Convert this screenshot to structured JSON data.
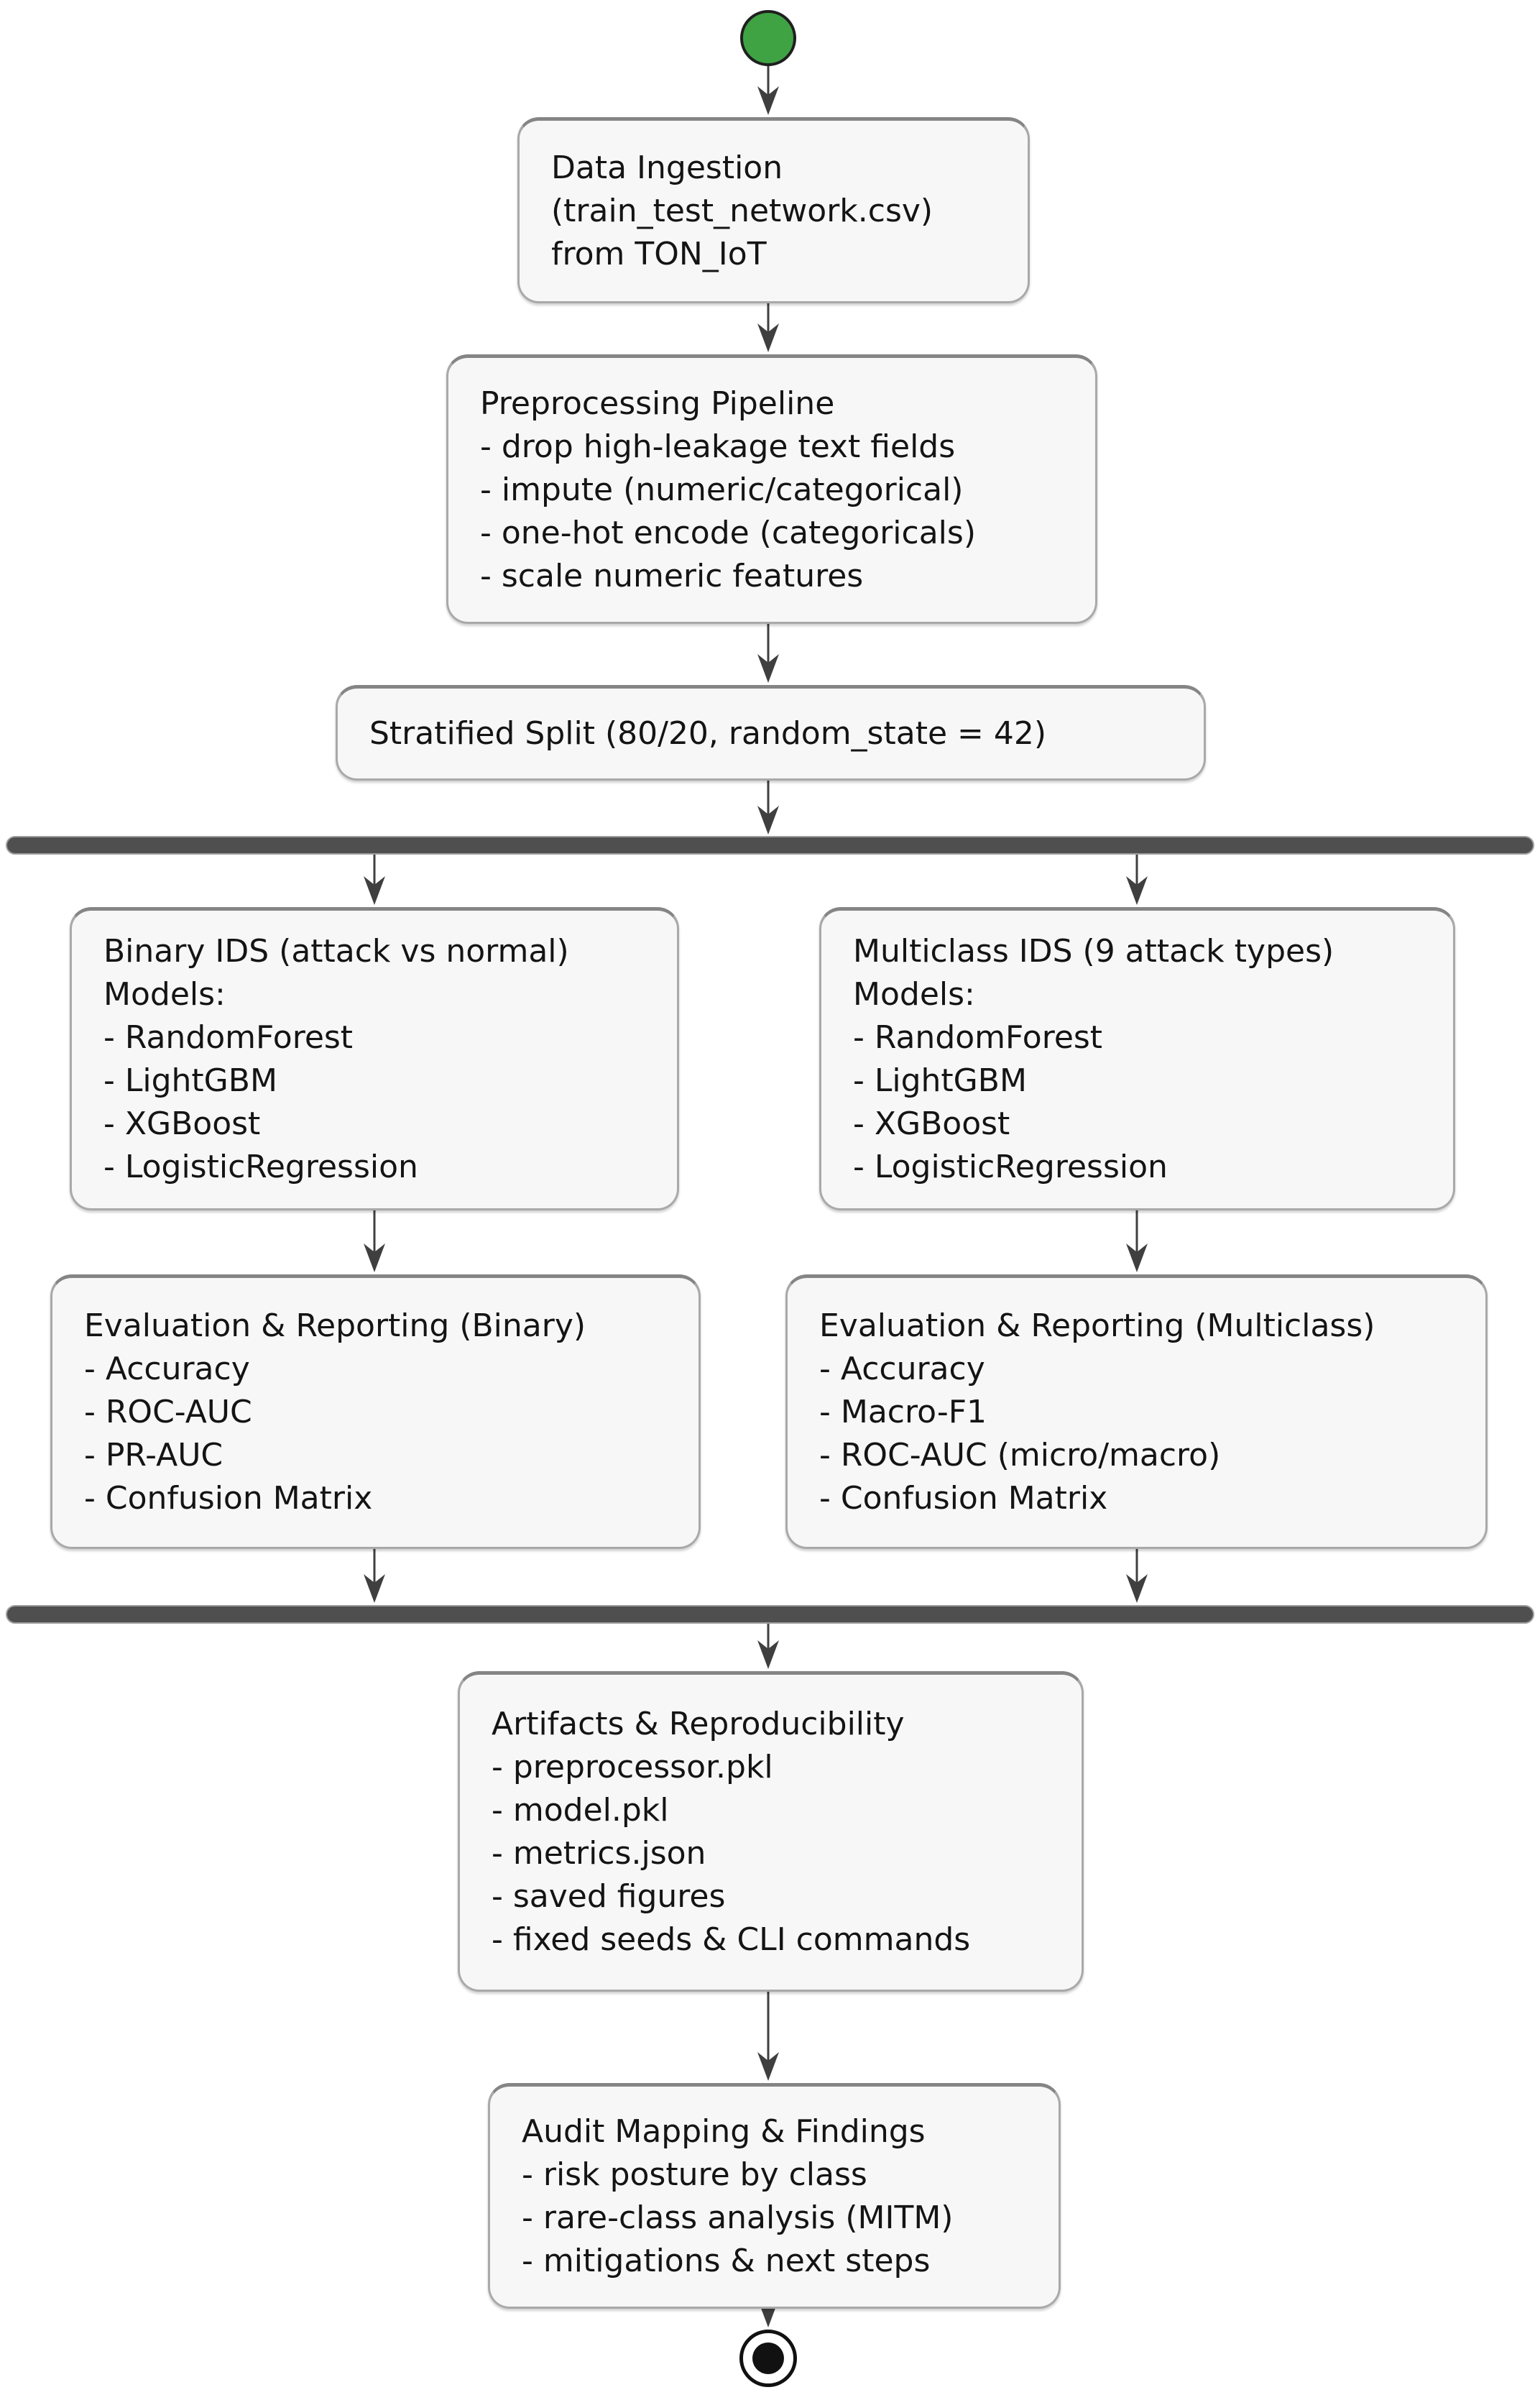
{
  "diagram": {
    "type": "activity-flowchart",
    "colors": {
      "background": "#ffffff",
      "start_node_fill": "#3fa344",
      "node_fill": "#f7f7f7",
      "node_border": "#a9a9a9",
      "sync_bar": "#4f4f4f",
      "arrow": "#3f3f3f",
      "text": "#141414",
      "end_node": "#111111"
    },
    "nodes": {
      "data_ingestion": {
        "lines": [
          "Data Ingestion",
          "(train_test_network.csv)",
          "from TON_IoT"
        ]
      },
      "preprocessing": {
        "lines": [
          "Preprocessing Pipeline",
          "- drop high-leakage text fields",
          "- impute (numeric/categorical)",
          "- one-hot encode (categoricals)",
          "- scale numeric features"
        ]
      },
      "stratified_split": {
        "lines": [
          "Stratified Split (80/20, random_state = 42)"
        ]
      },
      "binary_ids": {
        "lines": [
          "Binary IDS (attack vs normal)",
          "Models:",
          "- RandomForest",
          "- LightGBM",
          "- XGBoost",
          "- LogisticRegression"
        ]
      },
      "multiclass_ids": {
        "lines": [
          "Multiclass IDS (9 attack types)",
          "Models:",
          "- RandomForest",
          "- LightGBM",
          "- XGBoost",
          "- LogisticRegression"
        ]
      },
      "eval_binary": {
        "lines": [
          "Evaluation & Reporting (Binary)",
          "- Accuracy",
          "- ROC-AUC",
          "- PR-AUC",
          "- Confusion Matrix"
        ]
      },
      "eval_multiclass": {
        "lines": [
          "Evaluation & Reporting (Multiclass)",
          "- Accuracy",
          "- Macro-F1",
          "- ROC-AUC (micro/macro)",
          "- Confusion Matrix"
        ]
      },
      "artifacts": {
        "lines": [
          "Artifacts & Reproducibility",
          "- preprocessor.pkl",
          "- model.pkl",
          "- metrics.json",
          "- saved figures",
          "- fixed seeds & CLI commands"
        ]
      },
      "audit": {
        "lines": [
          "Audit Mapping & Findings",
          "- risk posture by class",
          "- rare-class analysis (MITM)",
          "- mitigations & next steps"
        ]
      }
    },
    "edges": [
      [
        "start",
        "data_ingestion"
      ],
      [
        "data_ingestion",
        "preprocessing"
      ],
      [
        "preprocessing",
        "stratified_split"
      ],
      [
        "stratified_split",
        "fork_bar"
      ],
      [
        "fork_bar",
        "binary_ids"
      ],
      [
        "fork_bar",
        "multiclass_ids"
      ],
      [
        "binary_ids",
        "eval_binary"
      ],
      [
        "multiclass_ids",
        "eval_multiclass"
      ],
      [
        "eval_binary",
        "join_bar"
      ],
      [
        "eval_multiclass",
        "join_bar"
      ],
      [
        "join_bar",
        "artifacts"
      ],
      [
        "artifacts",
        "audit"
      ],
      [
        "audit",
        "end"
      ]
    ]
  }
}
